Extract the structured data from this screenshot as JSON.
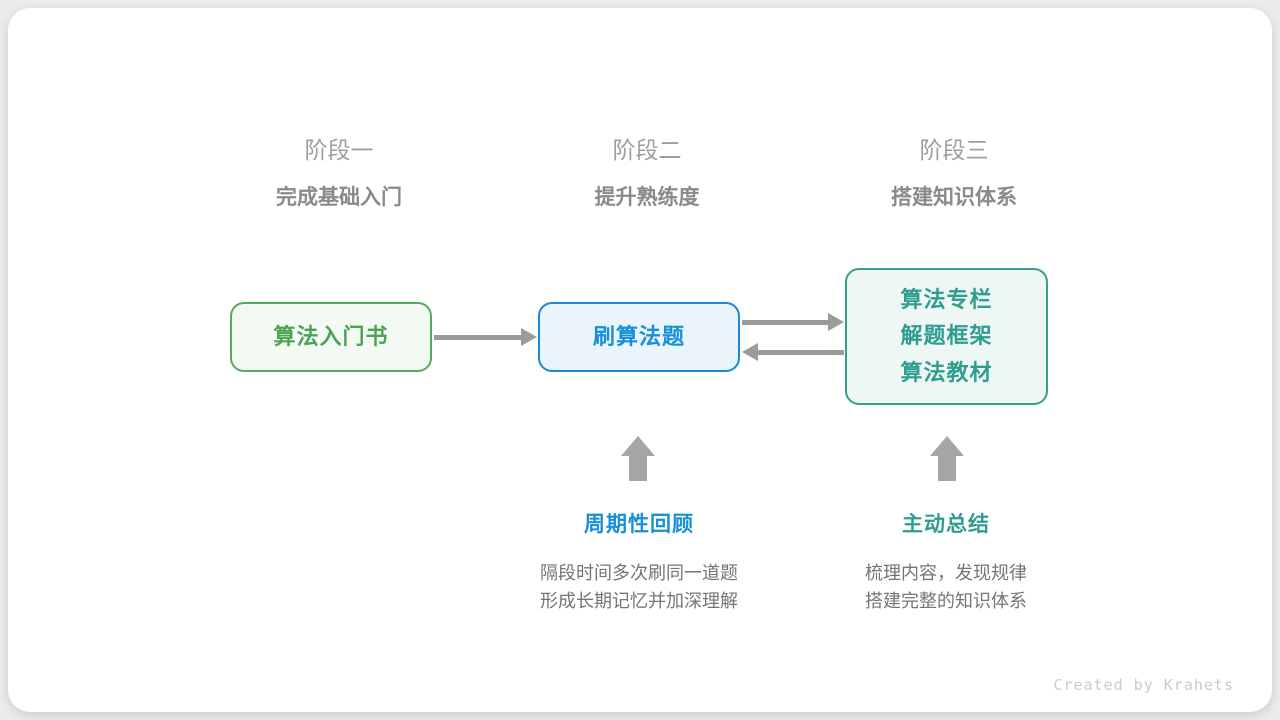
{
  "page": {
    "credit": "Created by Krahets",
    "card_bg": "#ffffff",
    "outer_bg": "#ebebeb"
  },
  "stages": [
    {
      "label": "阶段一",
      "title": "完成基础入门"
    },
    {
      "label": "阶段二",
      "title": "提升熟练度"
    },
    {
      "label": "阶段三",
      "title": "搭建知识体系"
    }
  ],
  "nodes": {
    "intro_book": {
      "text": "算法入门书",
      "color": "#4ea253",
      "bg": "#f3f9f3"
    },
    "practice": {
      "text": "刷算法题",
      "color": "#1790d5",
      "bg": "#eaf4fb"
    },
    "resources": {
      "lines": [
        "算法专栏",
        "解题框架",
        "算法教材"
      ],
      "color": "#2f9d8f",
      "bg": "#eef7f4"
    }
  },
  "connections": [
    {
      "from": "intro_book",
      "to": "practice",
      "direction": "right"
    },
    {
      "from": "practice",
      "to": "resources",
      "direction": "right"
    },
    {
      "from": "resources",
      "to": "practice",
      "direction": "left"
    }
  ],
  "annotations": {
    "review": {
      "title": "周期性回顾",
      "color": "#1790d5",
      "desc_lines": [
        "隔段时间多次刷同一道题",
        "形成长期记忆并加深理解"
      ]
    },
    "summarize": {
      "title": "主动总结",
      "color": "#2f9d8f",
      "desc_lines": [
        "梳理内容，发现规律",
        "搭建完整的知识体系"
      ]
    }
  },
  "icons": {
    "arrow_color": "#9b9b9b",
    "up_arrow_color": "#a5a5a5"
  }
}
